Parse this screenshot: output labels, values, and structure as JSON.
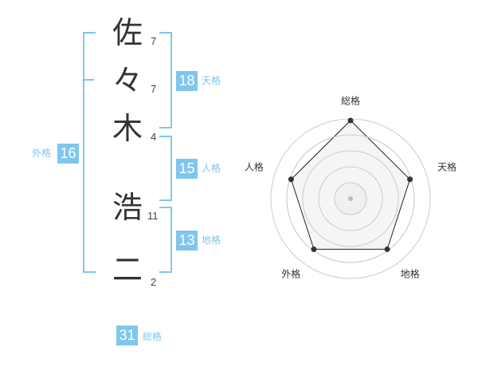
{
  "characters": [
    {
      "char": "佐",
      "strokes": "7"
    },
    {
      "char": "々",
      "strokes": "7"
    },
    {
      "char": "木",
      "strokes": "4"
    },
    {
      "char": "浩",
      "strokes": "11"
    },
    {
      "char": "二",
      "strokes": "2"
    }
  ],
  "fortunes": {
    "tenkaku": {
      "value": "18",
      "label": "天格"
    },
    "jinkaku": {
      "value": "15",
      "label": "人格"
    },
    "chikaku": {
      "value": "13",
      "label": "地格"
    },
    "gaikaku": {
      "value": "16",
      "label": "外格"
    },
    "soukaku": {
      "value": "31",
      "label": "総格"
    }
  },
  "radar": {
    "axes": [
      "総格",
      "天格",
      "地格",
      "外格",
      "人格"
    ],
    "values": [
      1.0,
      0.8,
      0.8,
      0.8,
      0.8
    ],
    "levels": 5,
    "colors": {
      "grid": "#cccccc",
      "fill": "#eeeeee",
      "line": "#222222",
      "point": "#333333",
      "center": "#bbbbbb"
    }
  }
}
